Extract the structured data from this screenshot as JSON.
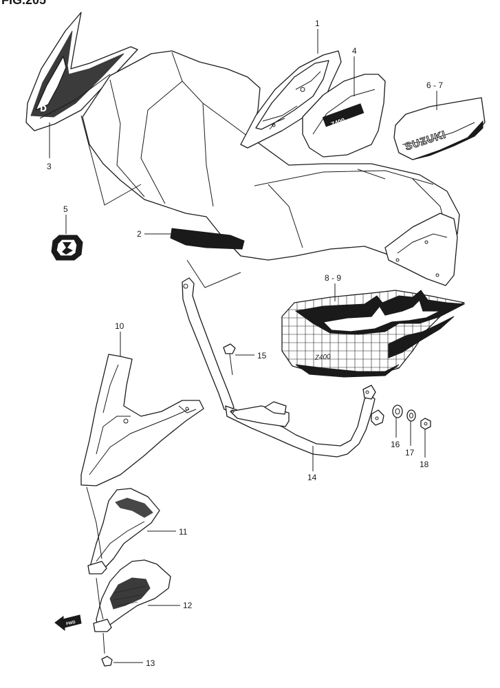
{
  "header": "FIG.205",
  "callouts": [
    {
      "id": "c1",
      "label": "1"
    },
    {
      "id": "c2",
      "label": "2"
    },
    {
      "id": "c3",
      "label": "3"
    },
    {
      "id": "c4",
      "label": "4"
    },
    {
      "id": "c5",
      "label": "5"
    },
    {
      "id": "c6",
      "label": "6 - 7"
    },
    {
      "id": "c8",
      "label": "8 - 9"
    },
    {
      "id": "c10",
      "label": "10"
    },
    {
      "id": "c11",
      "label": "11"
    },
    {
      "id": "c12",
      "label": "12"
    },
    {
      "id": "c13",
      "label": "13"
    },
    {
      "id": "c14",
      "label": "14"
    },
    {
      "id": "c15",
      "label": "15"
    },
    {
      "id": "c16",
      "label": "16"
    },
    {
      "id": "c17",
      "label": "17"
    },
    {
      "id": "c18",
      "label": "18"
    }
  ],
  "decals": {
    "brand": "SUZUKI",
    "fwd": "FWD"
  }
}
